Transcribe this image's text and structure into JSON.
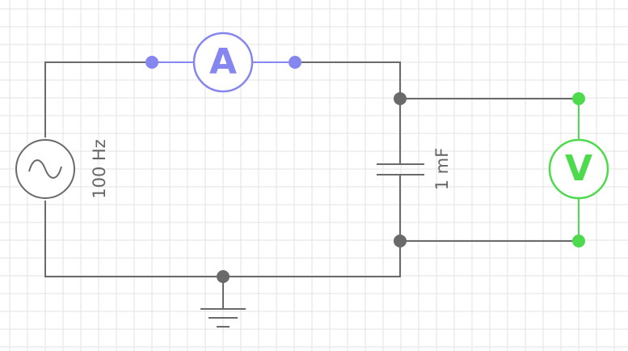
{
  "colors": {
    "background": "#ffffff",
    "grid": "#e3e3e3",
    "wire": "#6a6a6a",
    "node": "#6a6a6a",
    "ammeter": "#8686f0",
    "voltmeter": "#4ddb4d",
    "label": "#666666"
  },
  "components": {
    "source": {
      "icon": "ac-sine-source-icon",
      "label": "100 Hz"
    },
    "ammeter": {
      "icon": "ammeter-icon",
      "letter": "A"
    },
    "capacitor": {
      "icon": "capacitor-icon",
      "label": "1 mF"
    },
    "voltmeter": {
      "icon": "voltmeter-icon",
      "letter": "V"
    },
    "ground": {
      "icon": "ground-icon"
    }
  }
}
